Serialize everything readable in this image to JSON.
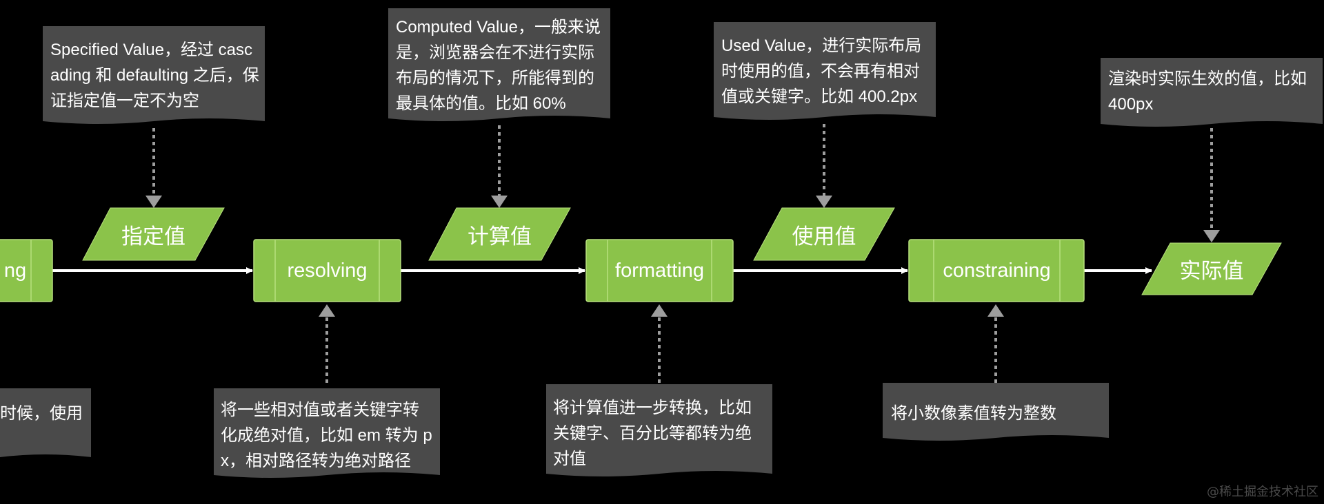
{
  "processes": [
    {
      "id": "cascading",
      "label": "ng"
    },
    {
      "id": "resolving",
      "label": "resolving"
    },
    {
      "id": "formatting",
      "label": "formatting"
    },
    {
      "id": "constraining",
      "label": "constraining"
    }
  ],
  "values": [
    {
      "id": "specified",
      "label": "指定值"
    },
    {
      "id": "computed",
      "label": "计算值"
    },
    {
      "id": "used",
      "label": "使用值"
    },
    {
      "id": "actual",
      "label": "实际值"
    }
  ],
  "top_notes": [
    {
      "id": "specified",
      "text": "Specified Value，经过 cascading 和 defaulting 之后，保证指定值一定不为空"
    },
    {
      "id": "computed",
      "text": "Computed Value，一般来说是，浏览器会在不进行实际布局的情况下，所能得到的最具体的值。比如 60%"
    },
    {
      "id": "used",
      "text": "Used Value，进行实际布局时使用的值，不会再有相对值或关键字。比如 400.2px"
    },
    {
      "id": "actual",
      "text": "渲染时实际生效的值，比如 400px"
    }
  ],
  "bottom_notes": [
    {
      "id": "cascading",
      "text": "时候，使用"
    },
    {
      "id": "resolving",
      "text": "将一些相对值或者关键字转化成绝对值，比如 em 转为 px，相对路径转为绝对路径"
    },
    {
      "id": "formatting",
      "text": "将计算值进一步转换，比如关键字、百分比等都转为绝对值"
    },
    {
      "id": "constraining",
      "text": "将小数像素值转为整数"
    }
  ],
  "watermark": "@稀土掘金技术社区",
  "colors": {
    "background": "#000000",
    "shape_fill": "#8BC34A",
    "shape_stroke": "#B7E07E",
    "note_fill": "#4A4A4A",
    "arrow": "#FFFFFF",
    "dotted_arrow": "#9E9E9E"
  }
}
